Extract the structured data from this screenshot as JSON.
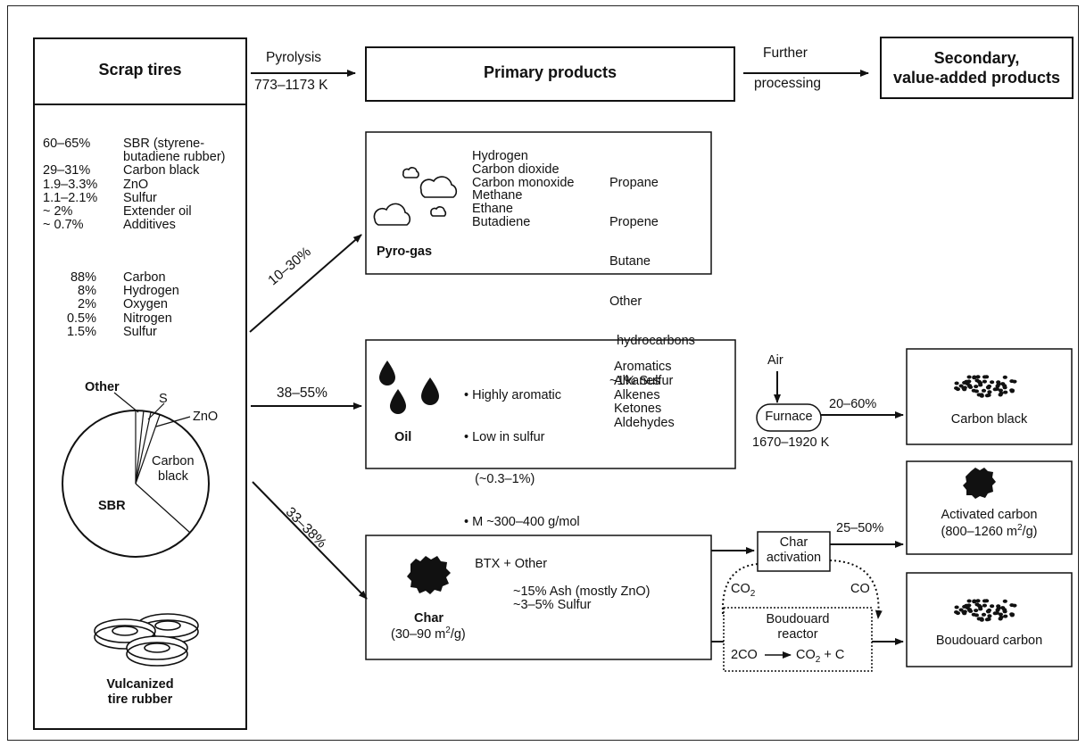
{
  "header": {
    "scrap_tires": "Scrap tires",
    "pyrolysis": "Pyrolysis",
    "pyrolysis_temp": "773–1173 K",
    "primary_products": "Primary products",
    "further": "Further",
    "processing": "processing",
    "secondary_l1": "Secondary,",
    "secondary_l2": "value-added products"
  },
  "composition": {
    "percents": [
      "60–65%",
      "",
      "29–31%",
      "1.9–3.3%",
      "1.1–2.1%",
      "~ 2%",
      "~ 0.7%"
    ],
    "names": [
      "SBR (styrene-",
      "butadiene rubber)",
      "Carbon black",
      "ZnO",
      "Sulfur",
      "Extender oil",
      "Additives"
    ]
  },
  "elements": {
    "percents": [
      "88%",
      "8%",
      "2%",
      "0.5%",
      "1.5%"
    ],
    "names": [
      "Carbon",
      "Hydrogen",
      "Oxygen",
      "Nitrogen",
      "Sulfur"
    ]
  },
  "pie": {
    "labels": {
      "other": "Other",
      "s": "S",
      "zno": "ZnO",
      "carbon_l1": "Carbon",
      "carbon_l2": "black",
      "sbr": "SBR"
    }
  },
  "tire_caption": [
    "Vulcanized",
    "tire rubber"
  ],
  "yields": {
    "gas": "10–30%",
    "oil": "38–55%",
    "char": "33–38%"
  },
  "pyrogas": {
    "label": "Pyro-gas",
    "col1": [
      "Hydrogen",
      "Carbon dioxide",
      "Carbon monoxide",
      "Methane",
      "Ethane",
      "Butadiene"
    ],
    "col2": [
      "Propane",
      "Propene",
      "Butane",
      "Other",
      "  hydrocarbons",
      "~1% Sulfur"
    ]
  },
  "oil": {
    "label": "Oil",
    "props": [
      "• Highly aromatic",
      "• Low in sulfur",
      "   (~0.3–1%)",
      "• M ~300–400 g/mol",
      "   BTX + Other"
    ],
    "compounds": [
      "Aromatics",
      "Alkanes",
      "Alkenes",
      "Ketones",
      "Aldehydes"
    ]
  },
  "char": {
    "label": "Char",
    "surface": "(30–90 m",
    "surface_sup": "2",
    "surface_end": "/g)",
    "ash": "~15% Ash (mostly ZnO)",
    "sulfur": "~3–5% Sulfur"
  },
  "furnace": {
    "air": "Air",
    "label": "Furnace",
    "temp": "1670–1920 K",
    "yield": "20–60%"
  },
  "carbon_black": {
    "label": "Carbon black"
  },
  "char_activation": {
    "l1": "Char",
    "l2": "activation",
    "yield": "25–50%",
    "co2": "CO",
    "co2_sub": "2",
    "co": "CO"
  },
  "activated_carbon": {
    "l1": "Activated carbon",
    "l2": "(800–1260 m",
    "l2_sup": "2",
    "l2_end": "/g)"
  },
  "boudouard": {
    "l1": "Boudouard",
    "l2": "reactor",
    "eq_left": "2CO",
    "eq_co": "CO",
    "eq_sub": "2",
    "eq_right": "+  C"
  },
  "boudouard_carbon": {
    "label": "Boudouard carbon"
  }
}
